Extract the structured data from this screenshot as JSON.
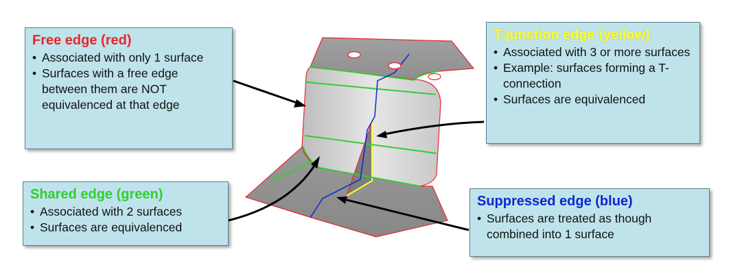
{
  "colors": {
    "red": "#e8262c",
    "yellow": "#ffff33",
    "green": "#33cc33",
    "blue": "#0a28d0",
    "box_fill": "#bfe3ea",
    "surface": "#a9a9a9",
    "surface_light": "#d9d9d9"
  },
  "callouts": {
    "free": {
      "title": "Free edge (red)",
      "bullets": [
        "Associated with only 1 surface",
        "Surfaces with a free edge between them are NOT equivalenced at that edge"
      ]
    },
    "tjunction": {
      "title": "T-junction edge (yellow)",
      "bullets": [
        "Associated with 3 or more surfaces",
        "Example: surfaces forming a T-connection",
        "Surfaces are equivalenced"
      ]
    },
    "shared": {
      "title": "Shared edge (green)",
      "bullets": [
        "Associated with 2 surfaces",
        "Surfaces are equivalenced"
      ]
    },
    "suppressed": {
      "title": "Suppressed edge (blue)",
      "bullets": [
        "Surfaces are treated as though combined into 1 surface"
      ]
    }
  }
}
